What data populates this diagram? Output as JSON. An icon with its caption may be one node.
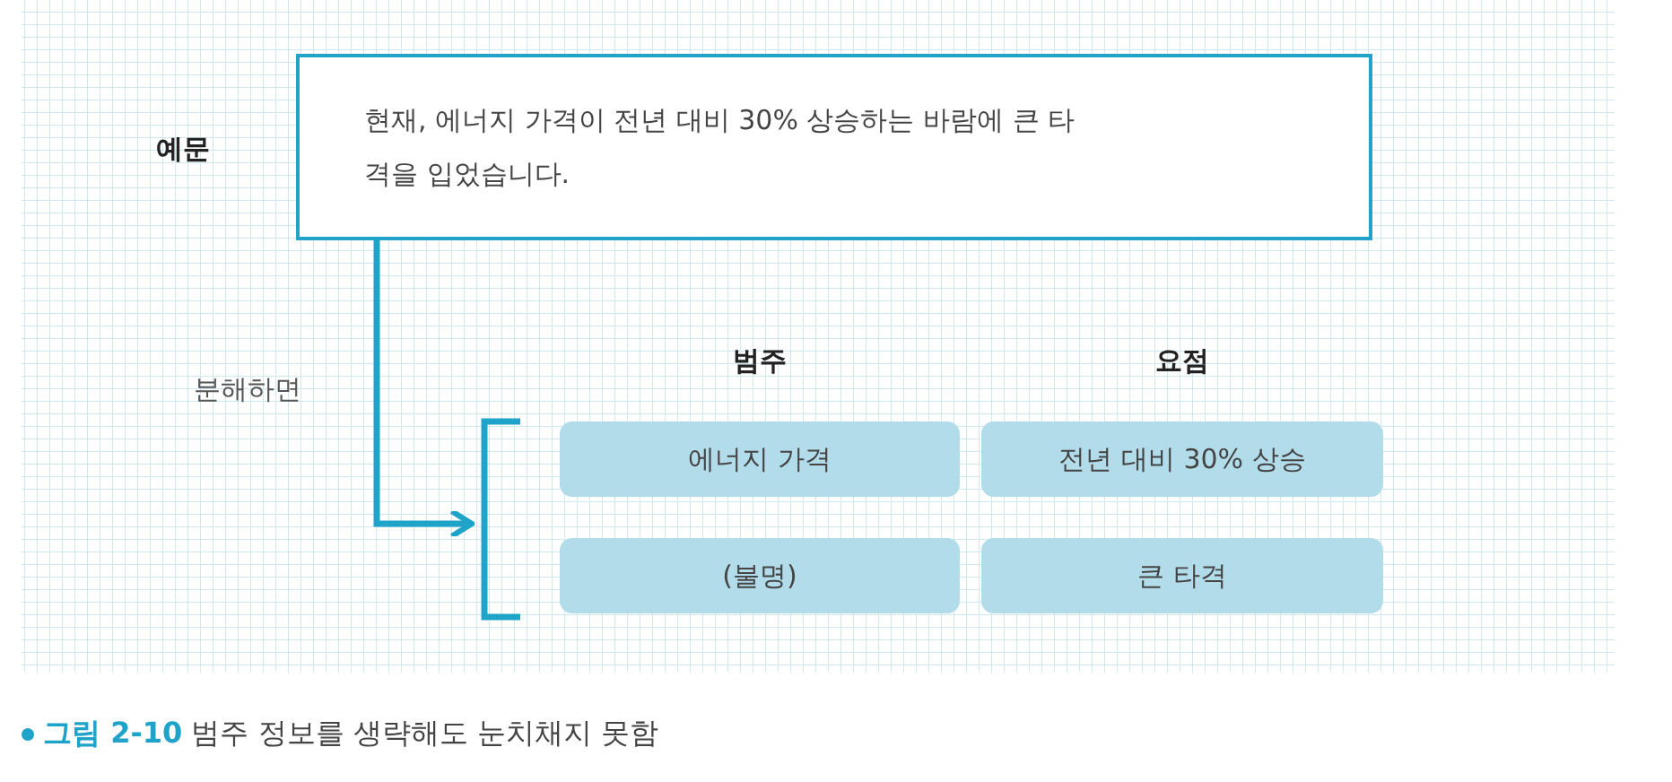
{
  "diagram": {
    "caption": "**그림 2-10** 범주 정보를 생략해도 눈치채지 못함",
    "nodes": [
      {
        "text": [
          "현재, 에너지 가격이 전년 대비 30% 상승하는 바람에 큰 타격을 입었습니다."
        ],
        "beside": [
          "예문"
        ]
      },
      {
        "text": [],
        "shape": "bracket"
      },
      {
        "text": [
          "에너지 가격"
        ]
      },
      {
        "text": [
          "전년 대비 30% 상승"
        ]
      },
      {
        "text": [
          "(불명)"
        ]
      },
      {
        "text": [
          "큰 타격"
        ]
      }
    ],
    "edges": [
      {
        "from": 0,
        "to": 1,
        "arrow": "to",
        "label": "분해하면"
      }
    ],
    "labels": [
      "범주",
      "요점"
    ]
  }
}
